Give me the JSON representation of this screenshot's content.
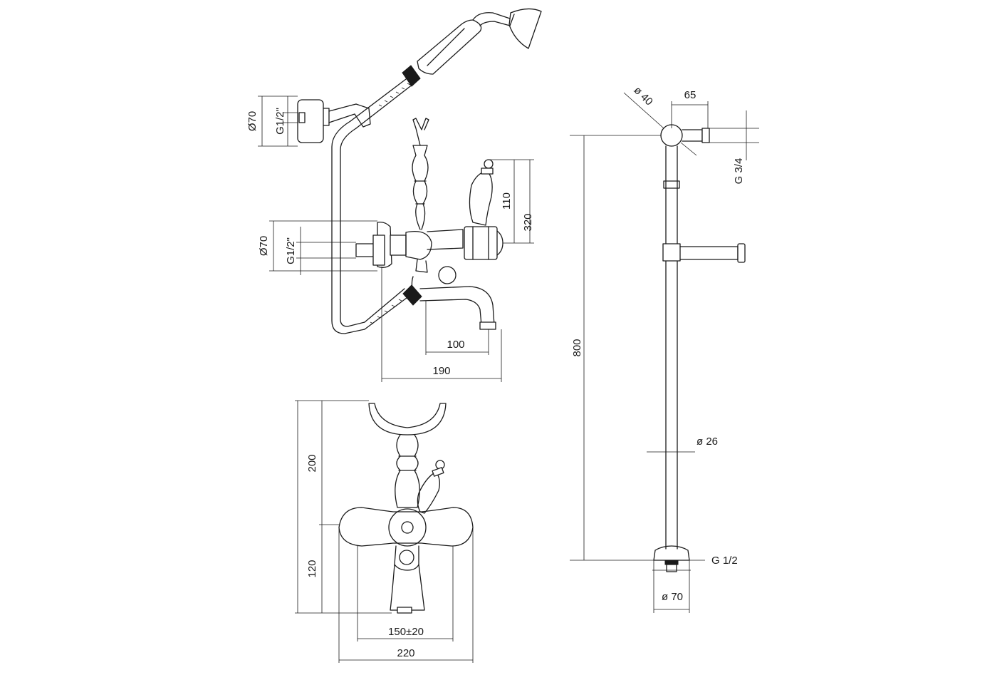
{
  "dimensions": {
    "handshower_bracket": {
      "diameter": "Ø70",
      "thread": "G1/2\""
    },
    "mixer_side": {
      "diameter": "Ø70",
      "thread": "G1/2\"",
      "handle_height": "110",
      "overall_height": "320",
      "spout_reach": "100",
      "overall_depth": "190"
    },
    "mixer_front": {
      "cradle_height": "200",
      "spout_height": "120",
      "centers": "150±20",
      "overall_width": "220"
    },
    "slide_rail": {
      "head_diameter": "ø 40",
      "arm_offset": "65",
      "head_thread": "G 3/4",
      "length": "800",
      "tube_diameter": "ø 26",
      "inlet_thread": "G 1/2",
      "flange_diameter": "ø 70"
    }
  }
}
